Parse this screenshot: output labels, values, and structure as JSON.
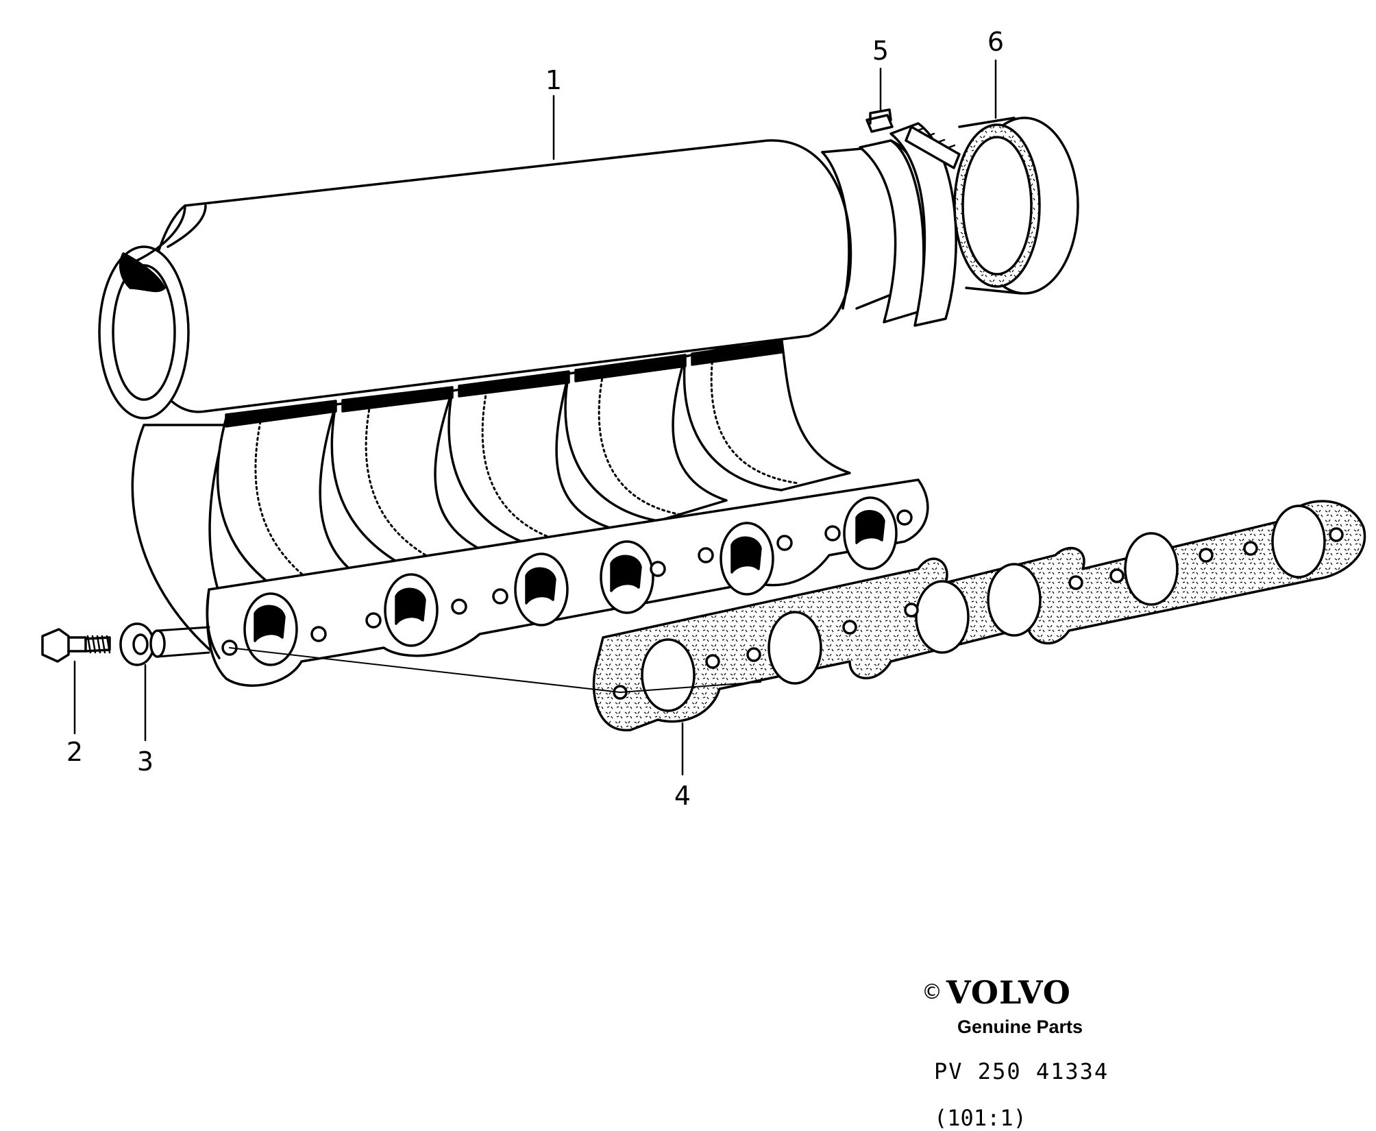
{
  "diagram": {
    "callouts": [
      {
        "id": "1",
        "label": "1"
      },
      {
        "id": "2",
        "label": "2"
      },
      {
        "id": "3",
        "label": "3"
      },
      {
        "id": "4",
        "label": "4"
      },
      {
        "id": "5",
        "label": "5"
      },
      {
        "id": "6",
        "label": "6"
      }
    ]
  },
  "footer": {
    "copyright_symbol": "©",
    "brand": "VOLVO",
    "tagline": "Genuine Parts",
    "document_number": "PV 250 41334",
    "reference": "(101:1)"
  }
}
